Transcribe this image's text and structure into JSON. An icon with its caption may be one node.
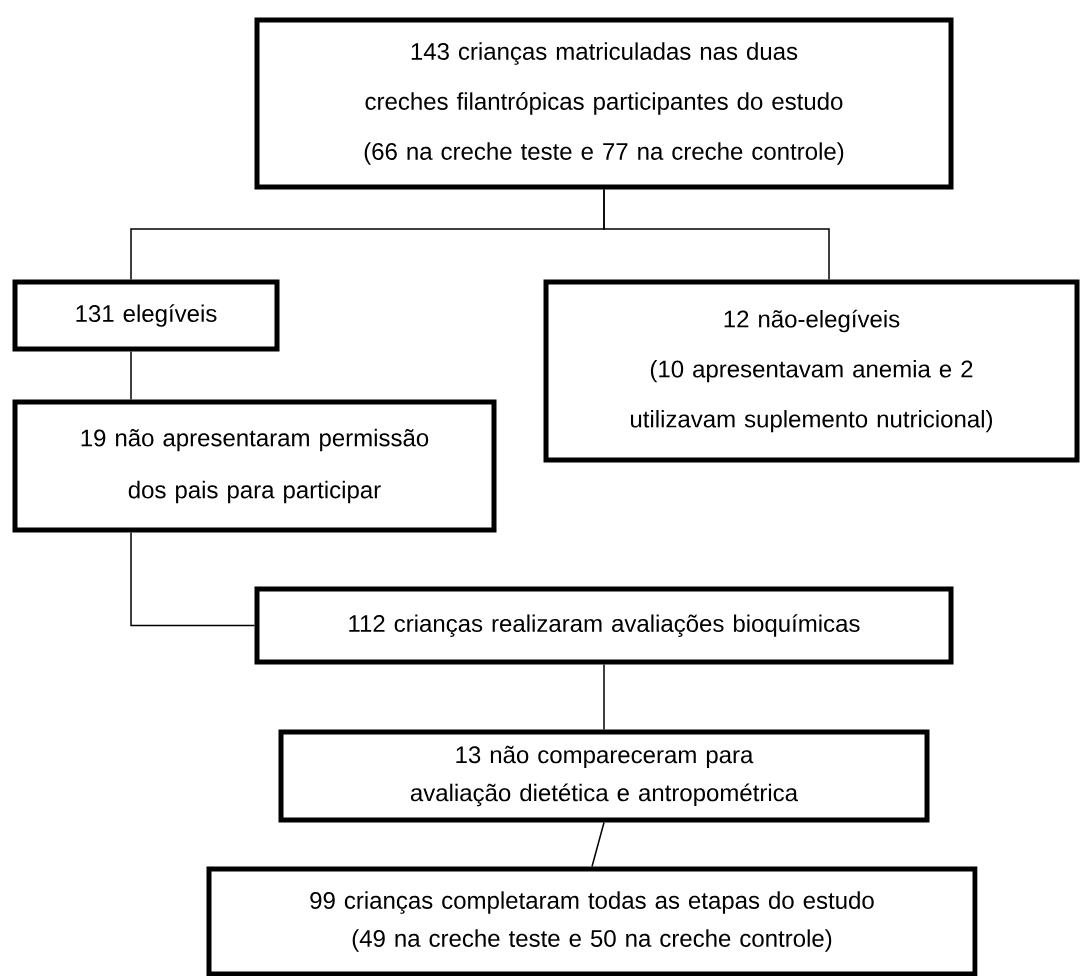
{
  "diagram": {
    "nodes": [
      {
        "text": [
          "143 crianças matriculadas nas duas creches filantrópicas participantes do estudo",
          "(66 na creche teste e 77 na creche controle)"
        ]
      },
      {
        "text": [
          "131 elegíveis"
        ]
      },
      {
        "text": [
          "12 não-elegíveis",
          "(10 apresentavam anemia e 2 utilizavam suplemento nutricional)"
        ]
      },
      {
        "text": [
          "19 não apresentaram permissão dos pais para participar"
        ]
      },
      {
        "text": [
          "112 crianças realizaram avaliações bioquímicas"
        ]
      },
      {
        "text": [
          "13 não compareceram para avaliação dietética e antropométrica"
        ]
      },
      {
        "text": [
          "99 crianças completaram todas as etapas do estudo",
          "(49 na creche teste e 50 na creche controle)"
        ]
      }
    ],
    "edges": [
      {
        "from": 0,
        "to": 1,
        "arrow": "none"
      },
      {
        "from": 0,
        "to": 2,
        "arrow": "none"
      },
      {
        "from": 1,
        "to": 3,
        "arrow": "none"
      },
      {
        "from": 3,
        "to": 4,
        "arrow": "none"
      },
      {
        "from": 4,
        "to": 5,
        "arrow": "none"
      },
      {
        "from": 5,
        "to": 6,
        "arrow": "none"
      }
    ]
  }
}
